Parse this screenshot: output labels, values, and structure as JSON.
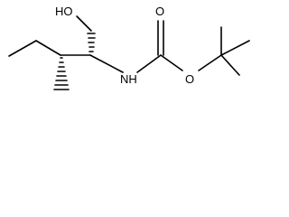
{
  "structure": {
    "atoms": {
      "hydroxyl": "HO",
      "amine": "NH",
      "carbonyl_oxygen": "O",
      "ester_oxygen": "O"
    }
  }
}
